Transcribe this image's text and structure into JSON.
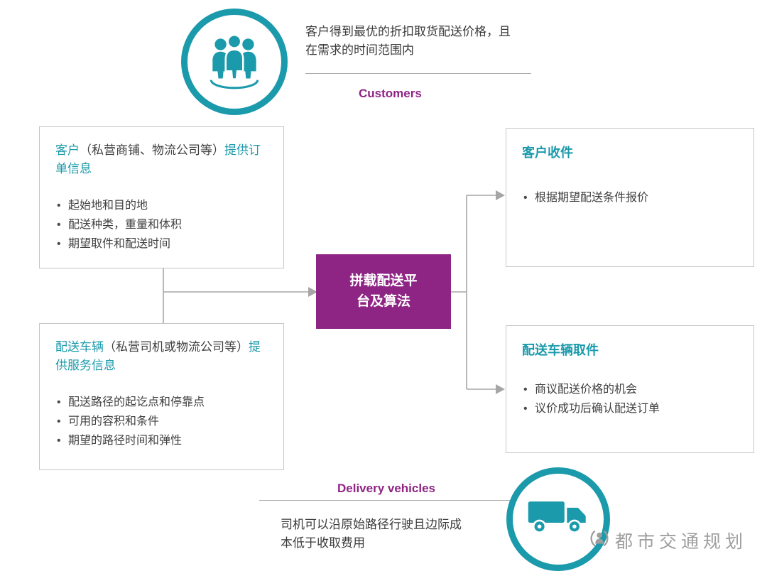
{
  "colors": {
    "teal": "#1b9aab",
    "purple": "#8e2484",
    "text_gray": "#3f3f3f",
    "line_gray": "#a6a6a6"
  },
  "top": {
    "note": "客户得到最优的折扣取货配送价格，且在需求的时间范围内",
    "label": "Customers"
  },
  "left_top_box": {
    "title_seg1": "客户",
    "title_seg2": "（私营商铺、物流公司等）",
    "title_seg3": "提供订单信息",
    "bullets": [
      "起始地和目的地",
      "配送种类，重量和体积",
      "期望取件和配送时间"
    ]
  },
  "left_bottom_box": {
    "title_seg1": "配送车辆",
    "title_seg2": "（私营司机或物流公司等）",
    "title_seg3": "提供服务信息",
    "bullets": [
      "配送路径的起讫点和停靠点",
      "可用的容积和条件",
      "期望的路径时间和弹性"
    ]
  },
  "center_box": {
    "title": "拼载配送平台及算法"
  },
  "right_top_box": {
    "title": "客户收件",
    "bullets": [
      "根据期望配送条件报价"
    ]
  },
  "right_bottom_box": {
    "title": "配送车辆取件",
    "bullets": [
      "商议配送价格的机会",
      "议价成功后确认配送订单"
    ]
  },
  "bottom": {
    "label": "Delivery vehicles",
    "note": "司机可以沿原始路径行驶且边际成本低于收取费用"
  },
  "watermark": {
    "text": "都市交通规划"
  }
}
